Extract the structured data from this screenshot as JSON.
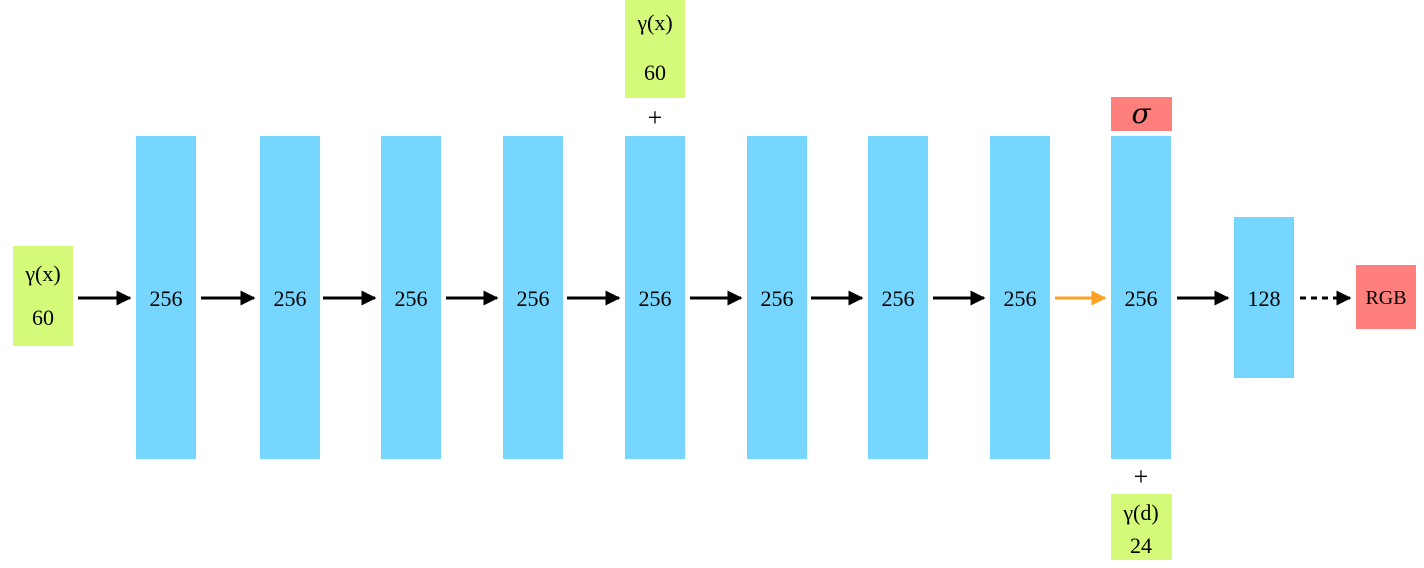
{
  "colors": {
    "layer_fill": "#76d6fd",
    "input_fill": "#d5fa7a",
    "output_fill": "#fe7f7b",
    "arrow": "#000000",
    "highlight_arrow": "#f9a025"
  },
  "input_x": {
    "symbol": "γ(x)",
    "dim": "60"
  },
  "skip_input_x": {
    "symbol": "γ(x)",
    "dim": "60",
    "plus": "+"
  },
  "view_input_d": {
    "symbol": "γ(d)",
    "dim": "24",
    "plus": "+"
  },
  "layers": [
    {
      "label": "256"
    },
    {
      "label": "256"
    },
    {
      "label": "256"
    },
    {
      "label": "256"
    },
    {
      "label": "256"
    },
    {
      "label": "256"
    },
    {
      "label": "256"
    },
    {
      "label": "256"
    },
    {
      "label": "256"
    },
    {
      "label": "128"
    }
  ],
  "density_output": {
    "symbol": "σ"
  },
  "color_output": {
    "label": "RGB"
  },
  "arrows": [
    {
      "style": "solid",
      "color": "black"
    },
    {
      "style": "solid",
      "color": "black"
    },
    {
      "style": "solid",
      "color": "black"
    },
    {
      "style": "solid",
      "color": "black"
    },
    {
      "style": "solid",
      "color": "black"
    },
    {
      "style": "solid",
      "color": "black"
    },
    {
      "style": "solid",
      "color": "black"
    },
    {
      "style": "solid",
      "color": "black"
    },
    {
      "style": "solid",
      "color": "orange"
    },
    {
      "style": "solid",
      "color": "black"
    },
    {
      "style": "dashed",
      "color": "black"
    }
  ]
}
